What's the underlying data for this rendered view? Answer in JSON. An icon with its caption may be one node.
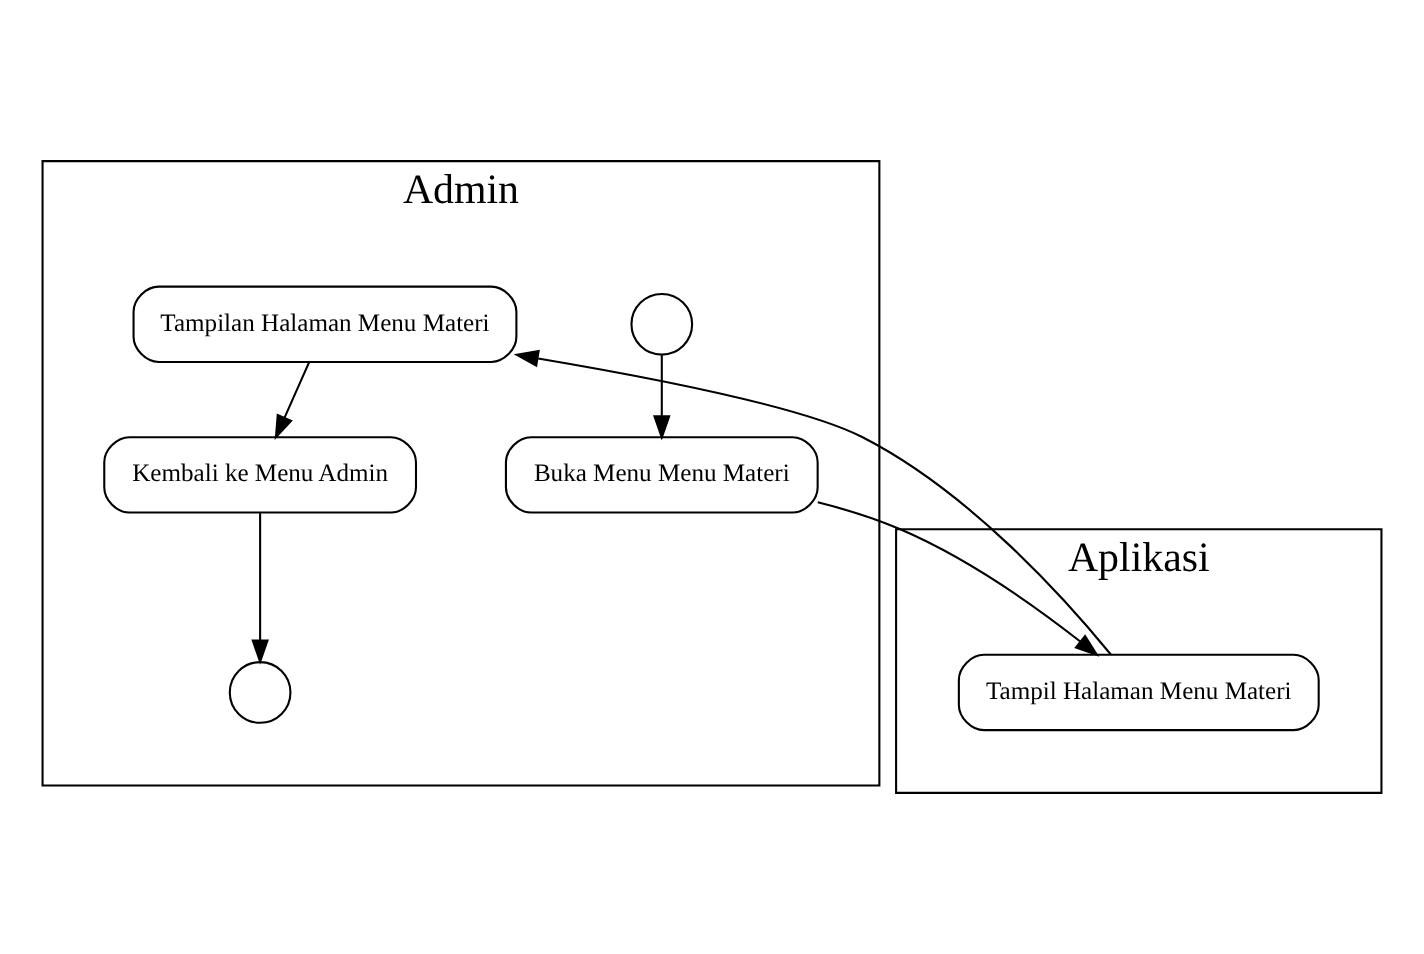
{
  "diagram": {
    "nodes": [
      {
        "text": [
          "Admin"
        ]
      },
      {
        "text": [
          "Aplikasi"
        ]
      },
      {
        "text": [],
        "shape": "circle",
        "in": 0
      },
      {
        "text": [
          "Buka Menu Menu Materi"
        ],
        "in": 0
      },
      {
        "text": [
          "Tampil Halaman Menu Materi"
        ],
        "in": 1
      },
      {
        "text": [
          "Tampilan Halaman Menu Materi"
        ],
        "in": 0
      },
      {
        "text": [
          "Kembali ke Menu Admin"
        ],
        "in": 0
      },
      {
        "text": [],
        "shape": "circle",
        "in": 0
      }
    ],
    "edges": [
      {
        "from": 2,
        "to": 3,
        "arrow": "to"
      },
      {
        "from": 3,
        "to": 4,
        "arrow": "to"
      },
      {
        "from": 4,
        "to": 5,
        "arrow": "to"
      },
      {
        "from": 5,
        "to": 6,
        "arrow": "to"
      },
      {
        "from": 6,
        "to": 7,
        "arrow": "to"
      }
    ]
  }
}
